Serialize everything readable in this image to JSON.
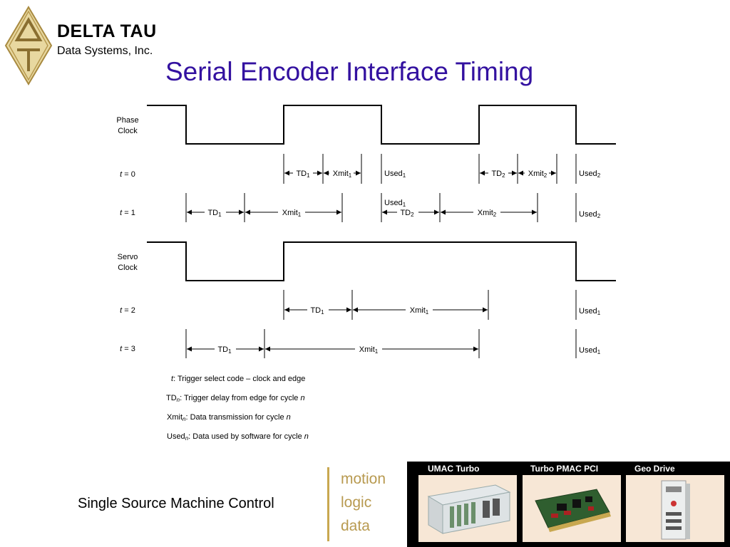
{
  "brand": {
    "name": "DELTA TAU",
    "subtitle": "Data Systems, Inc.",
    "gold": "#c8a850"
  },
  "title": "Serial Encoder Interface Timing",
  "diagram": {
    "signals": {
      "phase_clock": [
        "Phase",
        "Clock"
      ],
      "servo_clock": [
        "Servo",
        "Clock"
      ]
    },
    "rows": {
      "t0": {
        "var": "t",
        "eq": " = 0"
      },
      "t1": {
        "var": "t",
        "eq": " = 1"
      },
      "t2": {
        "var": "t",
        "eq": " = 2"
      },
      "t3": {
        "var": "t",
        "eq": " = 3"
      }
    },
    "labels": {
      "td": "TD",
      "xmit": "Xmit",
      "used": "Used",
      "sub1": "1",
      "sub2": "2"
    }
  },
  "legend": [
    {
      "italic_term": "t",
      "text": ": Trigger select code – clock and edge"
    },
    {
      "term": "TD",
      "sub": "n",
      "text": ": Trigger delay from edge for cycle ",
      "italic_tail": "n"
    },
    {
      "term": "Xmit",
      "sub": "n",
      "text": ": Data transmission for cycle ",
      "italic_tail": "n"
    },
    {
      "term": "Used",
      "sub": "n",
      "text": ": Data used by software for cycle ",
      "italic_tail": "n"
    }
  ],
  "footer": {
    "tagline": "Single Source Machine Control",
    "words": [
      "motion",
      "logic",
      "data"
    ],
    "products": [
      "UMAC Turbo",
      "Turbo PMAC PCI",
      "Geo Drive"
    ]
  }
}
